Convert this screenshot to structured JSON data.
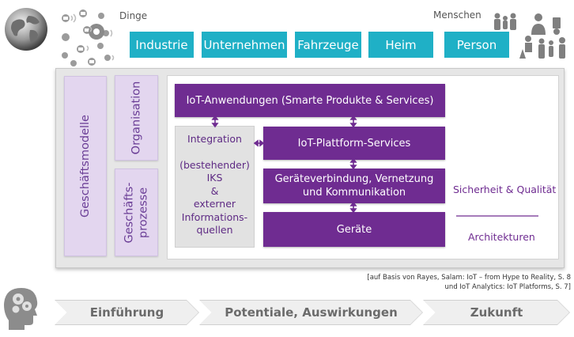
{
  "top": {
    "things_label": "Dinge",
    "people_label": "Menschen",
    "categories": [
      "Industrie",
      "Unternehmen",
      "Fahrzeuge",
      "Heim",
      "Person"
    ]
  },
  "left": {
    "business_models": "Geschäftsmodelle",
    "organisation": "Organisation",
    "processes_line1": "Geschäfts-",
    "processes_line2": "prozesse"
  },
  "stack": {
    "applications": "IoT-Anwendungen (Smarte Produkte & Services)",
    "platform": "IoT-Plattform-Services",
    "connectivity_line1": "Geräteverbindung, Vernetzung",
    "connectivity_line2": "und Kommunikation",
    "devices": "Geräte",
    "integration_lines": [
      "Integration",
      "",
      "(bestehender)",
      "IKS",
      "&",
      "externer",
      "Informations-",
      "quellen"
    ]
  },
  "right": {
    "security": "Sicherheit & Qualität",
    "architectures": "Architekturen"
  },
  "source": {
    "line1": "[auf Basis von Rayes, Salam: IoT – from Hype to Reality, S. 8",
    "line2": "und IoT Analytics: IoT Platforms, S. 7]"
  },
  "process": [
    "Einführung",
    "Potentiale, Auswirkungen",
    "Zukunft"
  ],
  "colors": {
    "cyan": "#1fb0c6",
    "purple": "#6f2c91",
    "lavender": "#e3d6ef",
    "panel": "#e6e6e6"
  },
  "icons": [
    "globe-icon",
    "iot-devices-icon",
    "people-icon",
    "head-gears-icon"
  ]
}
